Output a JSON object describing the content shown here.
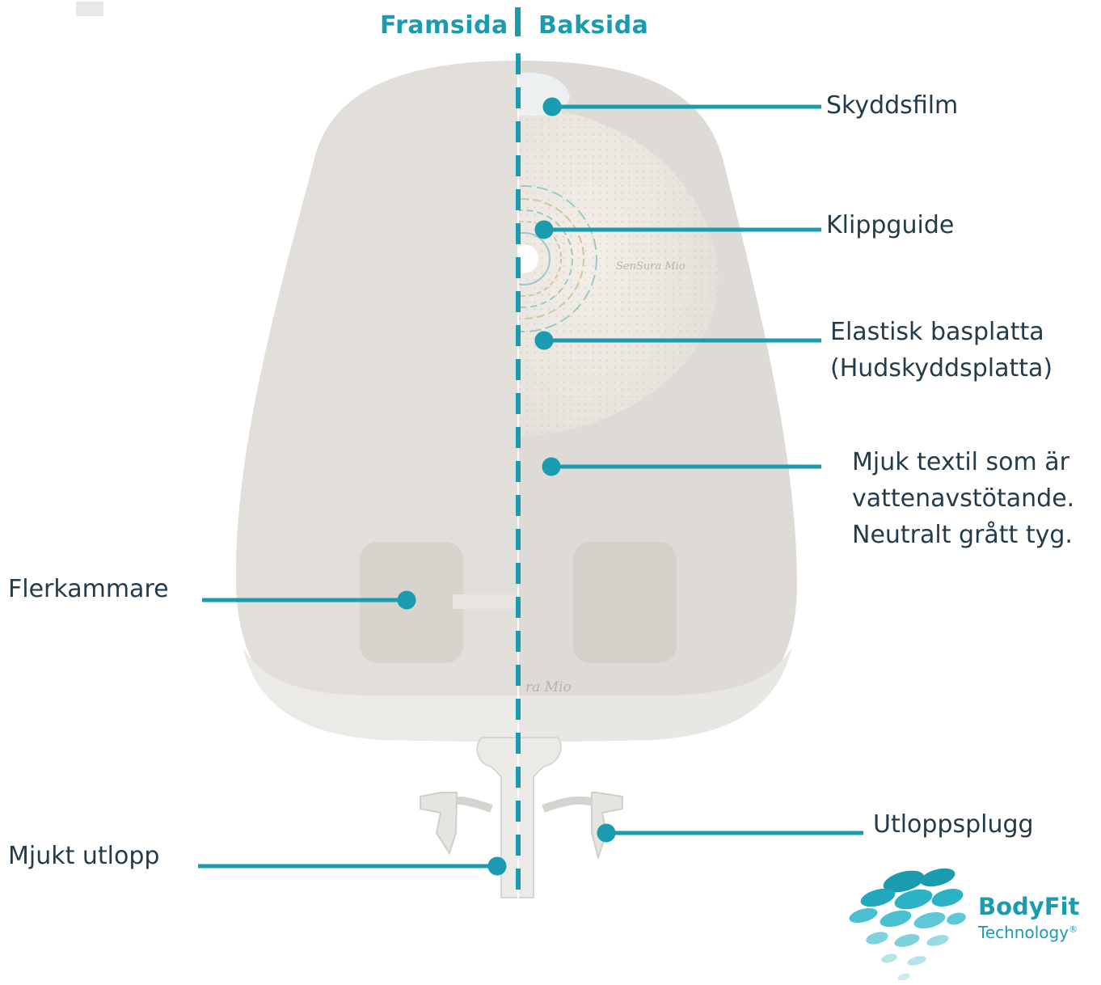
{
  "header": {
    "front": "Framsida",
    "back": "Baksida"
  },
  "labels": {
    "skyddsfilm": "Skyddsfilm",
    "klippguide": "Klippguide",
    "basplatta_line1": "Elastisk basplatta",
    "basplatta_line2": "(Hudskyddsplatta)",
    "textil_line1": "Mjuk textil som är",
    "textil_line2": "vattenavstötande.",
    "textil_line3": "Neutralt grått tyg.",
    "flerkammare": "Flerkammare",
    "utlopp": "Mjukt utlopp",
    "utloppsplugg": "Utloppsplugg"
  },
  "product_print": {
    "baseplate": "SenSura Mio",
    "bag": "ra Mio"
  },
  "brand": {
    "name": "BodyFit",
    "sub": "Technology",
    "reg": "®"
  },
  "colors": {
    "accent": "#1a9bb0",
    "text": "#243b4a",
    "bag": "#dedbd6"
  }
}
